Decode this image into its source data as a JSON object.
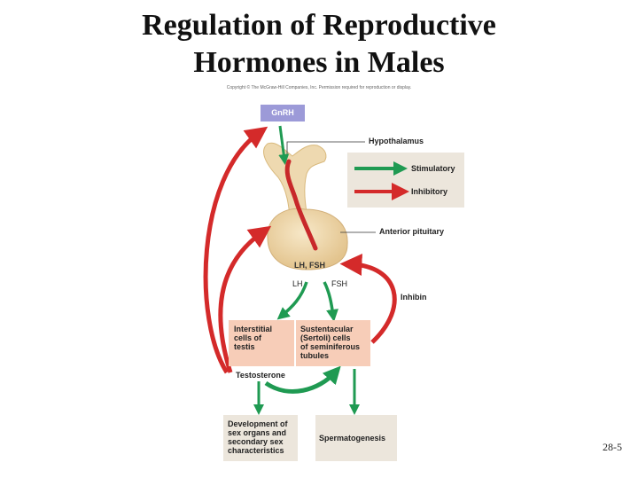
{
  "title": {
    "line1": "Regulation of Reproductive",
    "line2": "Hormones in Males"
  },
  "copyright": "Copyright © The McGraw-Hill Companies, Inc. Permission required for reproduction or display.",
  "page_number": "28-5",
  "diagram": {
    "gnrh": "GnRH",
    "hypothalamus": "Hypothalamus",
    "anterior_pituitary": "Anterior pituitary",
    "lh_fsh": "LH, FSH",
    "lh": "LH",
    "fsh": "FSH",
    "inhibin": "Inhibin",
    "testosterone": "Testosterone",
    "interstitial_cells": [
      "Interstitial",
      "cells of",
      "testis"
    ],
    "sertoli_cells": [
      "Sustentacular",
      "(Sertoli) cells",
      "of seminiferous",
      "tubules"
    ],
    "development": [
      "Development of",
      "sex organs and",
      "secondary sex",
      "characteristics"
    ],
    "spermatogenesis": "Spermatogenesis"
  },
  "legend": {
    "stimulatory": "Stimulatory",
    "inhibitory": "Inhibitory",
    "stimulatory_color": "#1f9a52",
    "inhibitory_color": "#d42a2a"
  }
}
